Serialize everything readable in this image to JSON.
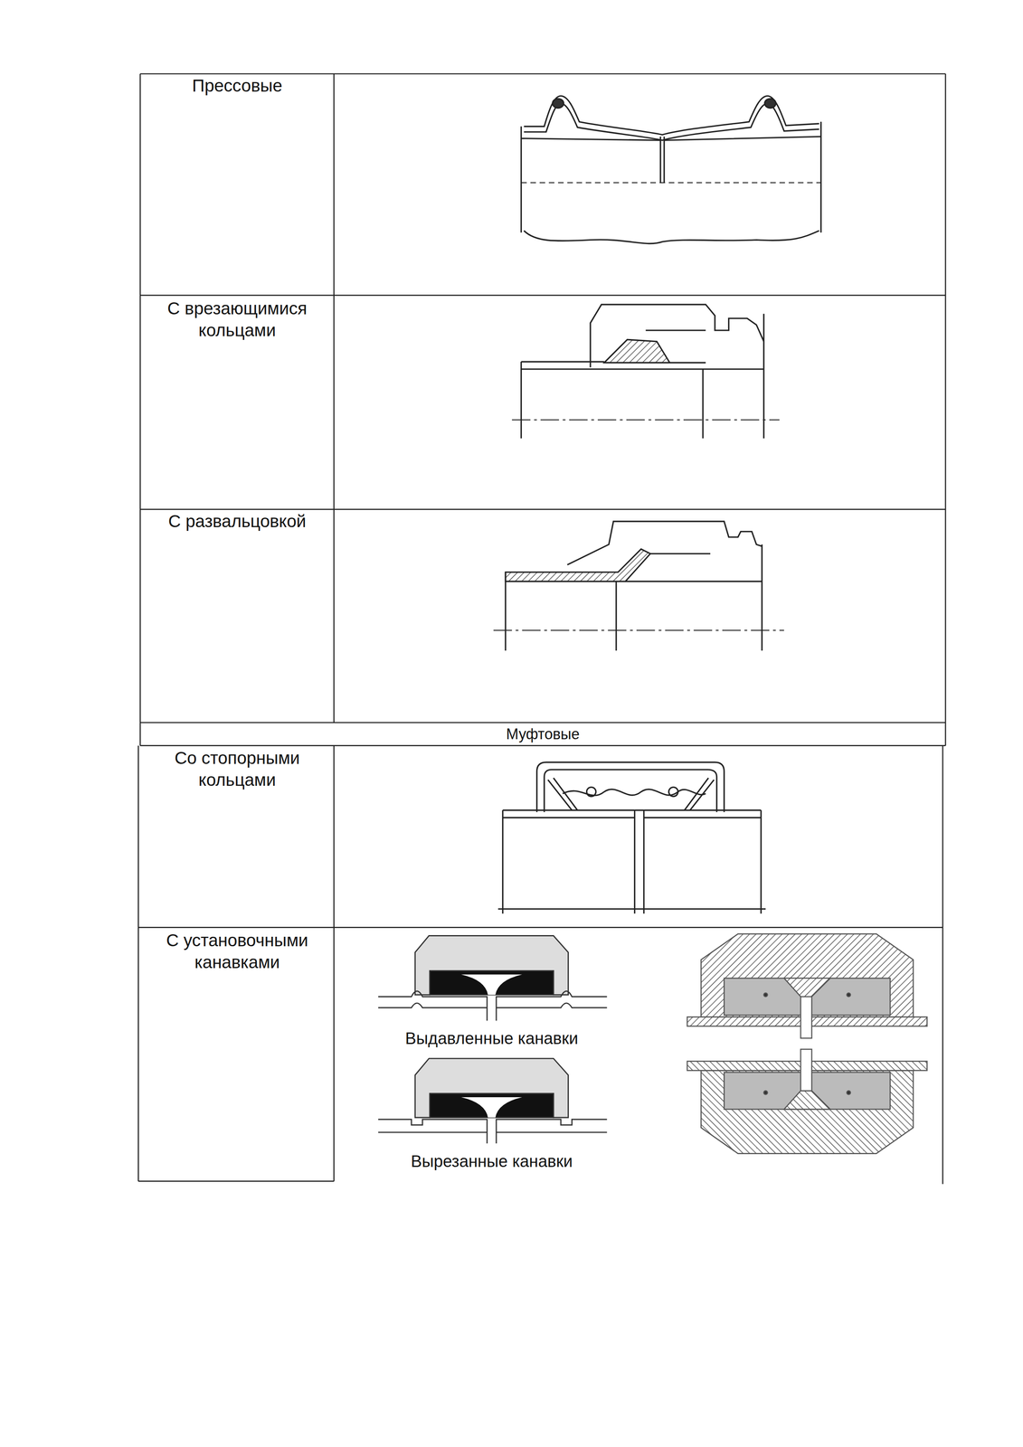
{
  "diagram": {
    "labels": [
      "Прессовые",
      "С врезающимися кольцами",
      "С развальцовкой",
      "Муфтовые",
      "Со стопорными кольцами",
      "С установочными канавками",
      "Выдавленные канавки",
      "Вырезанные канавки"
    ]
  }
}
